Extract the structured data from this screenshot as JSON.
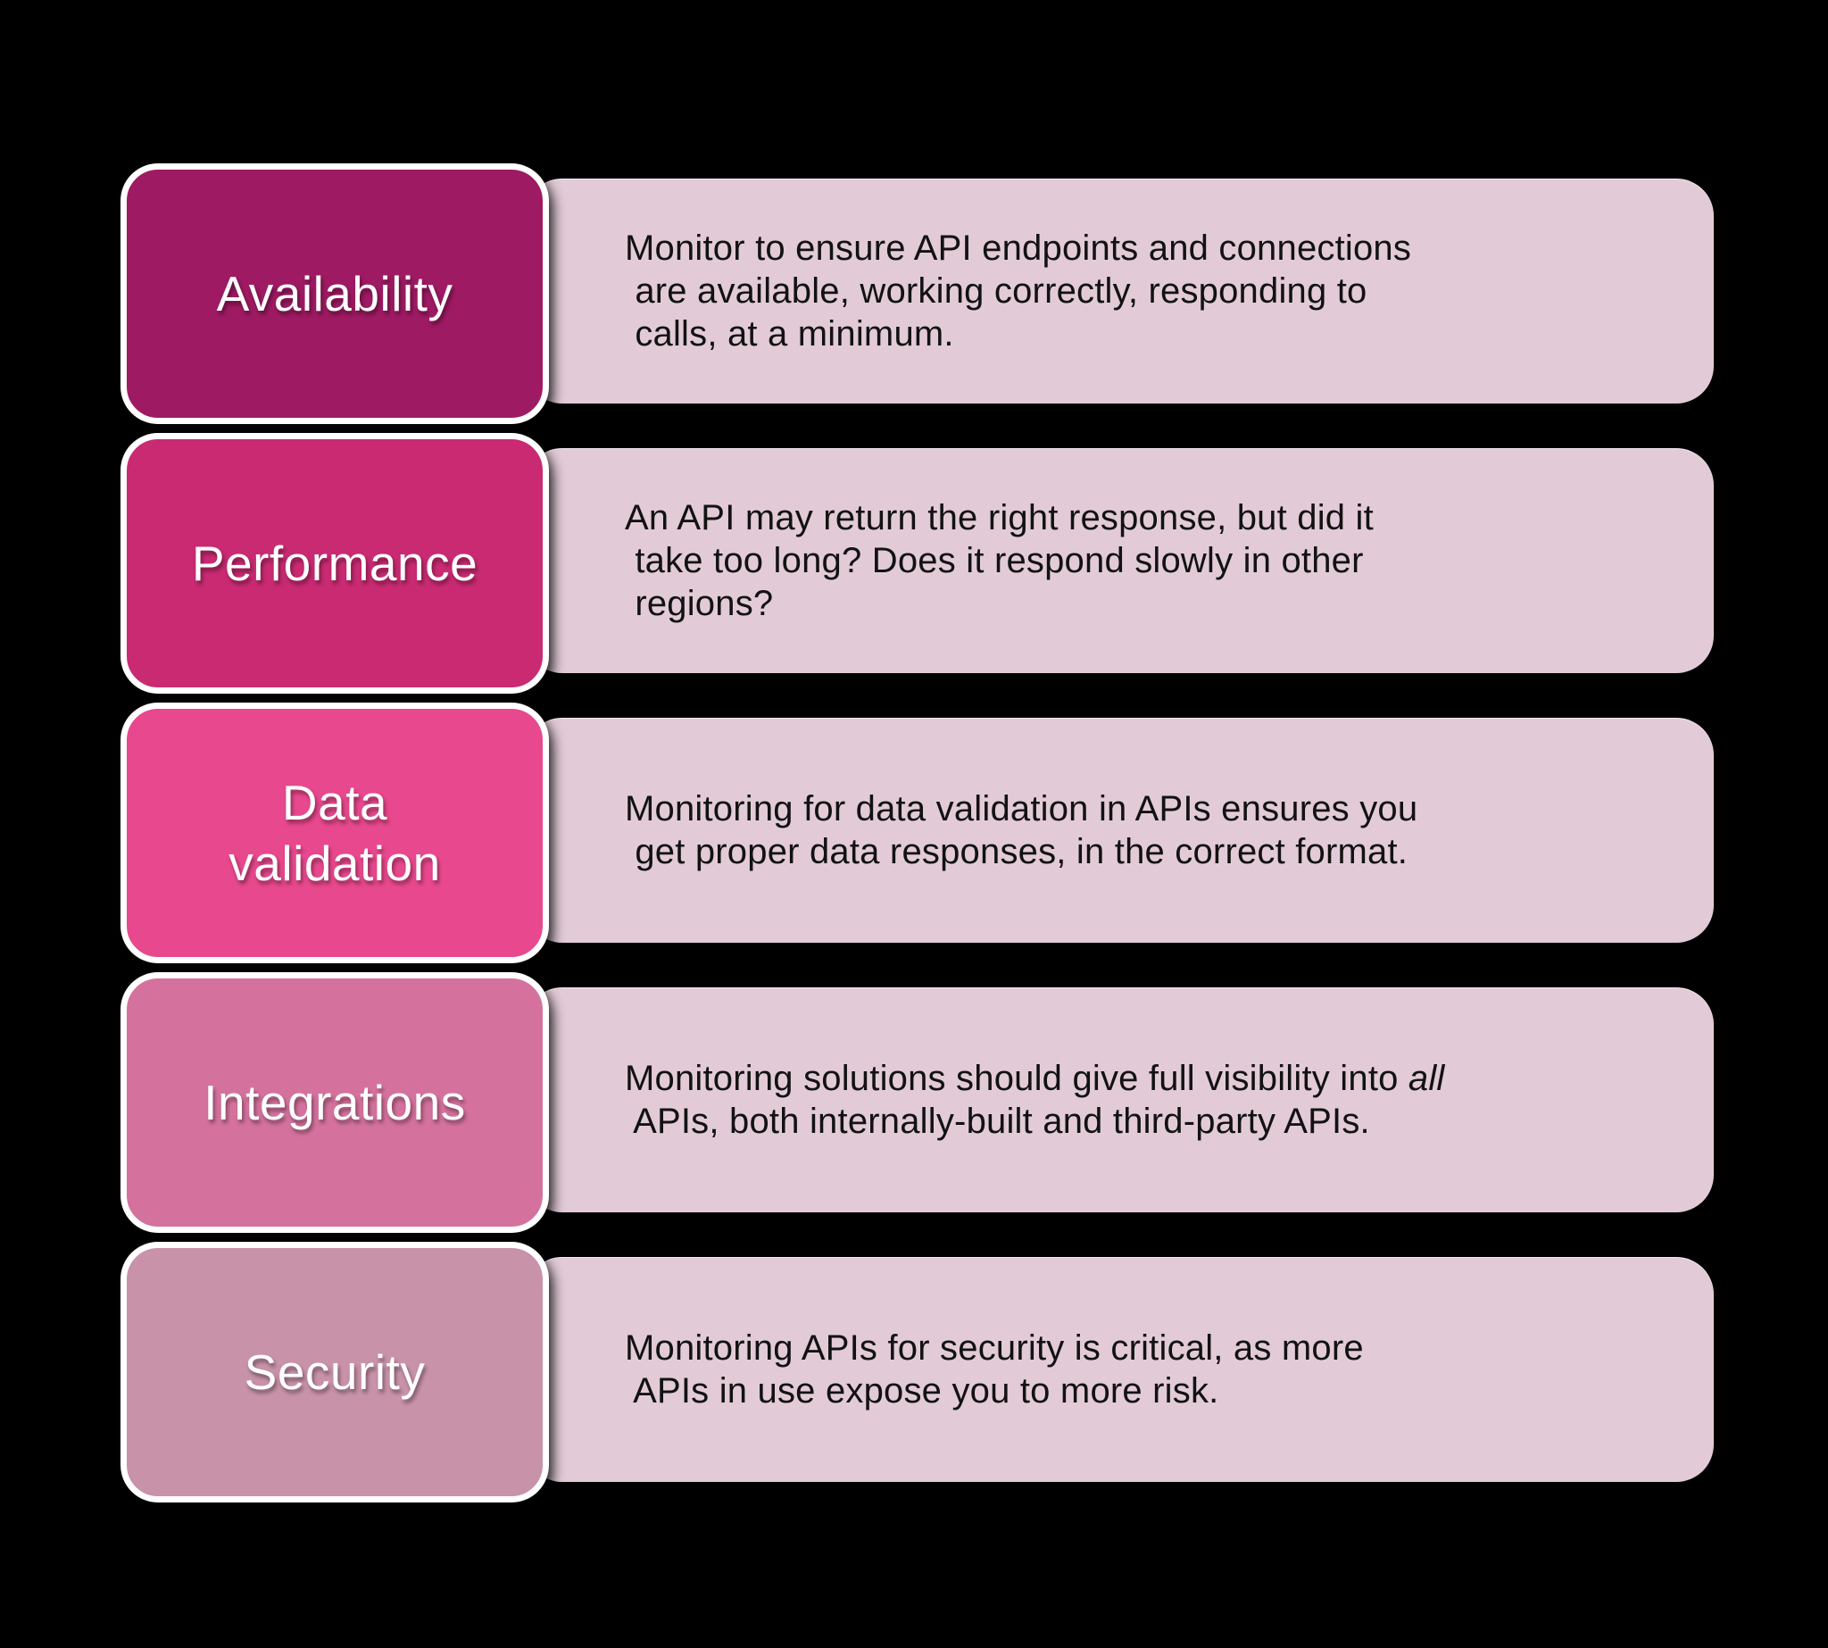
{
  "diagram": {
    "background_color": "#000000",
    "panel_color": "#e2cbd7",
    "rows": [
      {
        "label": "Availability",
        "box_color": "#9e1a63",
        "desc_pre": "Monitor to ensure API endpoints and connections\n are available, working correctly, responding to\n calls, at a minimum.",
        "desc_italic": "",
        "desc_post": ""
      },
      {
        "label": "Performance",
        "box_color": "#c92a72",
        "desc_pre": "An API may return the right response, but did it\n take too long? Does it respond slowly in other\n regions?",
        "desc_italic": "",
        "desc_post": ""
      },
      {
        "label": "Data\nvalidation",
        "box_color": "#e8488d",
        "desc_pre": "Monitoring for data validation in APIs ensures you\n get proper data responses, in the correct format.",
        "desc_italic": "",
        "desc_post": ""
      },
      {
        "label": "Integrations",
        "box_color": "#d4729d",
        "desc_pre": "Monitoring solutions should give full visibility into ",
        "desc_italic": "all",
        "desc_post": "\n APIs, both internally-built and third-party APIs."
      },
      {
        "label": "Security",
        "box_color": "#c892a9",
        "desc_pre": "Monitoring APIs for security is critical, as more\n APIs in use expose you to more risk.",
        "desc_italic": "",
        "desc_post": ""
      }
    ]
  }
}
